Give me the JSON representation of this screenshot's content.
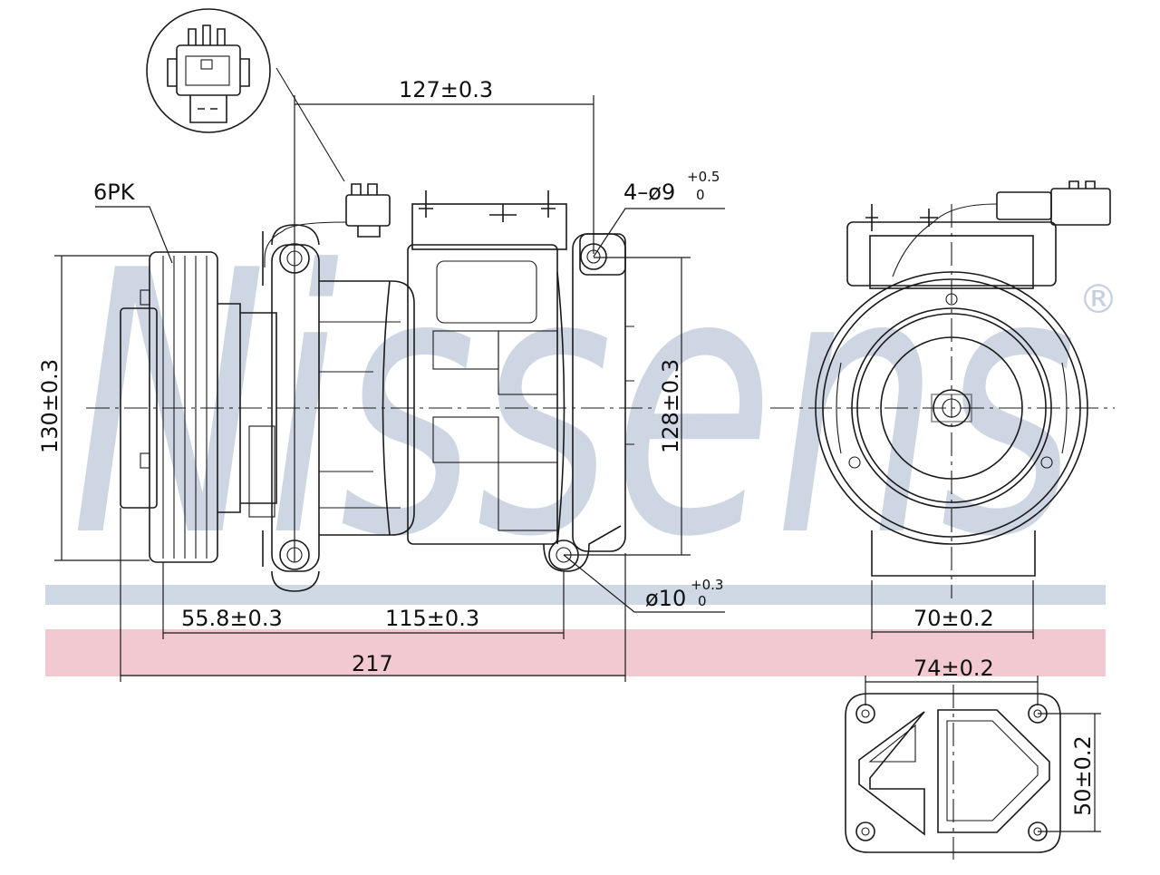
{
  "watermark": {
    "text": "Nissens",
    "registered_mark": "®",
    "colors": {
      "text": "#c5cfdf",
      "blue_band": "#cfd9e6",
      "pink_band": "#f2c9d1"
    }
  },
  "labels": {
    "belt": "6PK",
    "dim_127": "127±0.3",
    "dim_bolt_holes": "4–ø9",
    "dim_bolt_holes_tol_upper": "+0.5",
    "dim_bolt_holes_tol_lower": "0",
    "dim_130": "130±0.3",
    "dim_128": "128±0.3",
    "dim_55_8": "55.8±0.3",
    "dim_115": "115±0.3",
    "dim_217": "217",
    "dim_10": "ø10",
    "dim_10_tol_upper": "+0.3",
    "dim_10_tol_lower": "0",
    "dim_70": "70±0.2",
    "dim_74": "74±0.2",
    "dim_50": "50±0.2"
  }
}
